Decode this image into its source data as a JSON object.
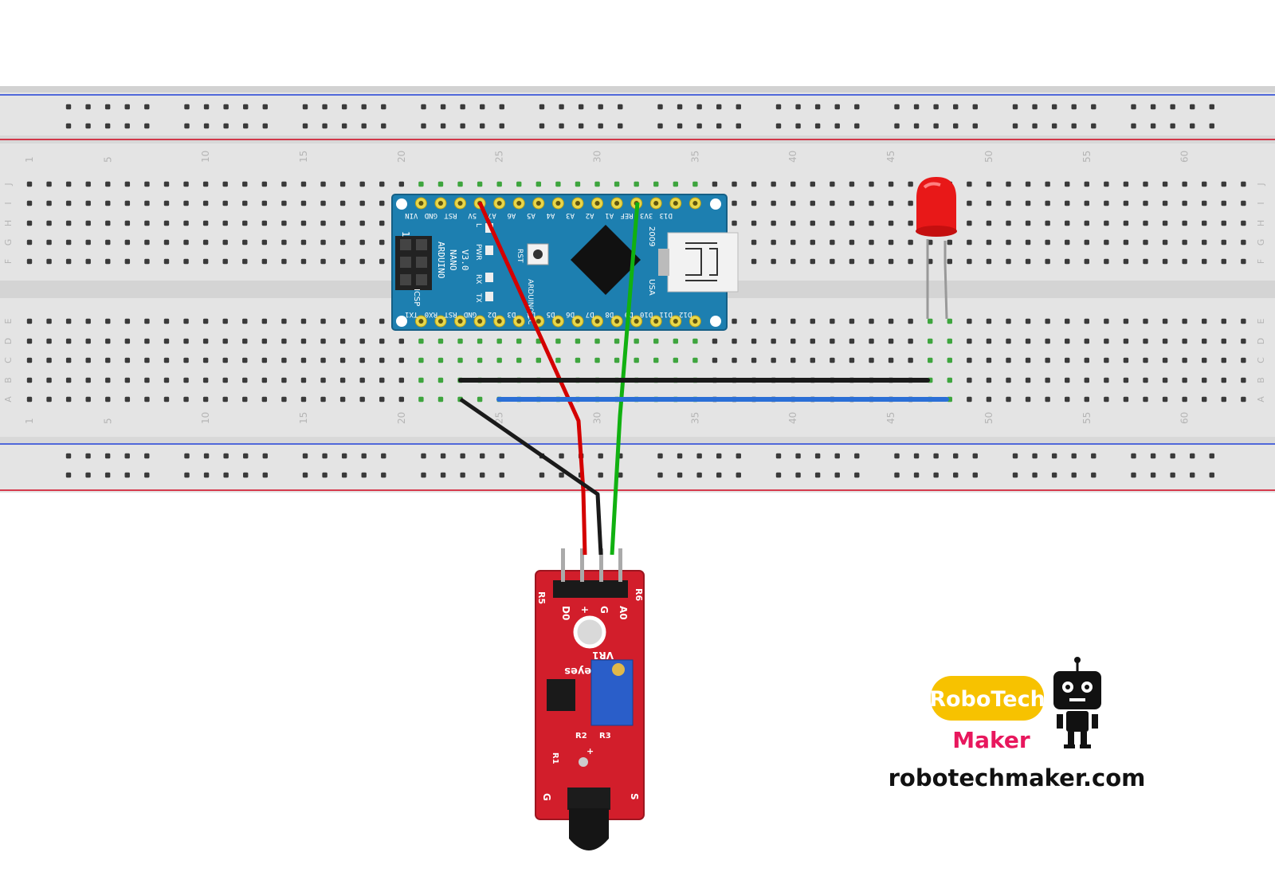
{
  "breadboard": {
    "row_letters_top": [
      "J",
      "I",
      "H",
      "G",
      "F"
    ],
    "row_letters_bottom": [
      "E",
      "D",
      "C",
      "B",
      "A"
    ],
    "column_numbers": [
      "1",
      "5",
      "10",
      "15",
      "20",
      "25",
      "30",
      "35",
      "40",
      "45",
      "50",
      "55",
      "60"
    ]
  },
  "arduino": {
    "top_pins": [
      "VIN",
      "GND",
      "RST",
      "5V",
      "A7",
      "A6",
      "A5",
      "A4",
      "A3",
      "A2",
      "A1",
      "REF",
      "3V3",
      "D13"
    ],
    "bottom_pins": [
      "TX1",
      "RX0",
      "RST",
      "GND",
      "D2",
      "D3",
      "D4",
      "D5",
      "D6",
      "D7",
      "D8",
      "D9",
      "D10",
      "D11",
      "D12"
    ],
    "board_name": "ARDUINO",
    "board_model": "NANO",
    "board_version": "V3.0",
    "site": "ARDUINO.CC",
    "year": "2009",
    "country": "USA",
    "icsp": "ICSP",
    "icsp_pin1": "1",
    "led_labels": [
      "L",
      "PWR",
      "RX",
      "TX"
    ],
    "reset_label": "RST"
  },
  "sensor": {
    "pin_labels": [
      "D0",
      "+",
      "G",
      "A0"
    ],
    "brand": "Keyes",
    "vr": "VR1",
    "resistor_labels": [
      "R5",
      "R6",
      "R2",
      "R3",
      "R1"
    ],
    "bottom_labels": [
      "G",
      "+",
      "S"
    ]
  },
  "watermark": {
    "brand_line1": "RoboTech",
    "brand_line2": "Maker",
    "url": "robotechmaker.com"
  },
  "colors": {
    "breadboard": "#e6e6e6",
    "rail_red": "#d0021b",
    "rail_blue": "#1f3ed6",
    "arduino_pcb": "#1d7fb0",
    "sensor_pcb": "#d21e2b",
    "wire_red": "#d40000",
    "wire_black": "#1a1a1a",
    "wire_green": "#11b111",
    "wire_blue": "#2b6fd6",
    "logo_yellow": "#f7c200",
    "logo_pink": "#e8175d"
  }
}
